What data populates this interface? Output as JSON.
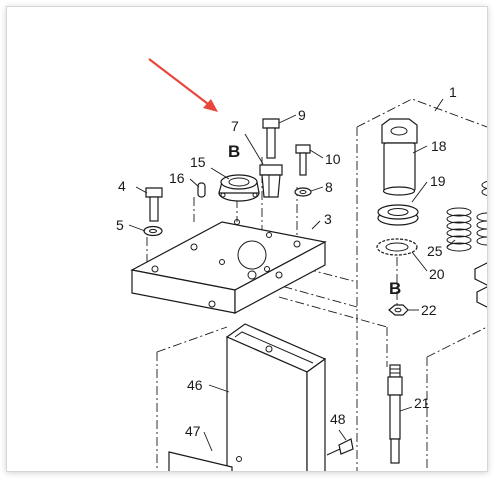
{
  "diagram": {
    "arrow_color": "#e8473c",
    "line_color": "#1a1a1a",
    "callouts": {
      "c1": "1",
      "c3": "3",
      "c4": "4",
      "c5": "5",
      "c7": "7",
      "c8": "8",
      "c9": "9",
      "c10": "10",
      "c15": "15",
      "c16": "16",
      "c18": "18",
      "c19": "19",
      "c20": "20",
      "c21": "21",
      "c22": "22",
      "c25": "25",
      "c46": "46",
      "c47": "47",
      "c48": "48"
    },
    "view_markers": {
      "top": "B",
      "right": "B"
    }
  }
}
